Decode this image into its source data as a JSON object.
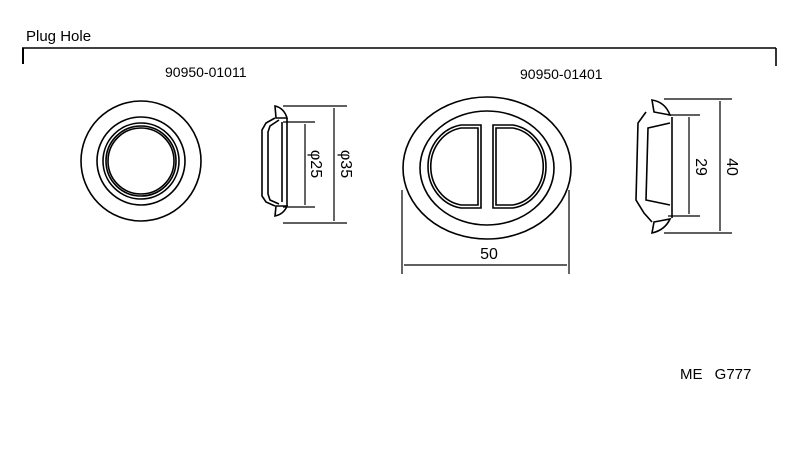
{
  "section": {
    "title": "Plug Hole"
  },
  "parts": [
    {
      "part_number": "90950-01011",
      "dimensions": {
        "inner_diameter": "φ25",
        "outer_diameter": "φ35"
      }
    },
    {
      "part_number": "90950-01401",
      "dimensions": {
        "width": "50",
        "inner_height": "29",
        "outer_height": "40"
      }
    }
  ],
  "reference_code": "ME G777",
  "colors": {
    "line": "#000000",
    "background": "#ffffff"
  }
}
